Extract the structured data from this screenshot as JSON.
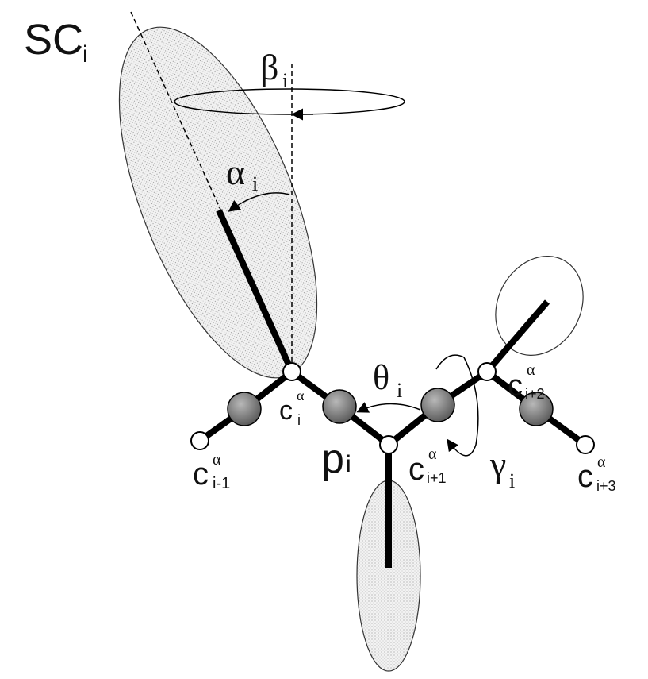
{
  "labels": {
    "sc": {
      "main": "SC",
      "sub": "i"
    },
    "beta": {
      "main": "β",
      "sub": "i"
    },
    "alpha": {
      "main": "α",
      "sub": "i"
    },
    "theta": {
      "main": "θ",
      "sub": "i"
    },
    "gamma": {
      "main": "γ",
      "sub": "i"
    },
    "p": {
      "main": "p",
      "sub": "i"
    },
    "ca_i_minus_1": {
      "main": "c",
      "sup": "α",
      "sub": "i-1"
    },
    "ca_i": {
      "main": "c",
      "sup": "α",
      "sub": "i"
    },
    "ca_i_plus_1": {
      "main": "c",
      "sup": "α",
      "sub": "i+1"
    },
    "ca_i_plus_2": {
      "main": "c",
      "sup": "α",
      "sub": "i+2"
    },
    "ca_i_plus_3": {
      "main": "c",
      "sup": "α",
      "sub": "i+3"
    }
  },
  "colors": {
    "line": "#000000",
    "ellipse_fill": "#e6e6e6",
    "peptide_fill": "#7a7a7a",
    "calpha_fill": "#ffffff"
  }
}
